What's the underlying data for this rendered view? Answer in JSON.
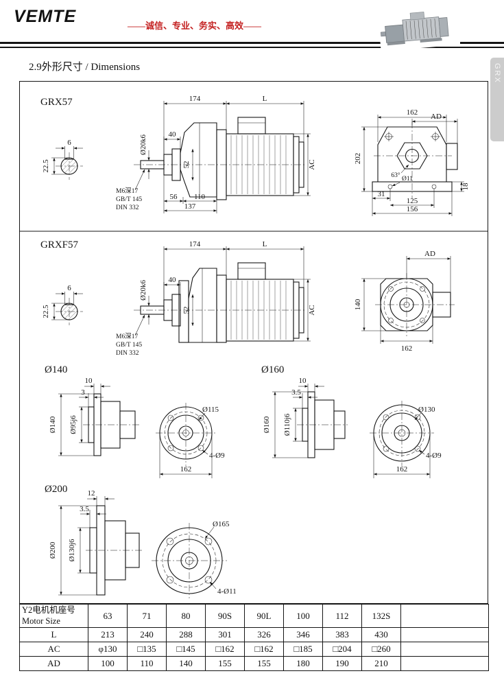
{
  "header": {
    "logo": "VEMTE",
    "tagline": "——诚信、专业、务实、高效——"
  },
  "page": {
    "section_title": "2.9外形尺寸 / Dimensions",
    "side_tab": "GRX"
  },
  "colors": {
    "tagline_red": "#c42222",
    "line": "#141414",
    "tab_gray": "#cccccc",
    "paper": "#ffffff"
  },
  "grx57": {
    "title": "GRX57",
    "shaft": {
      "key": "6",
      "dia": "22.5"
    },
    "side": {
      "len_gear": "174",
      "len_motor": "L",
      "shaft_dia": "Ø20k6",
      "d40": "40",
      "motor_dia": "AC",
      "d52": "52",
      "d56": "56",
      "d110": "110",
      "d137": "137",
      "tap_note": "M6深17",
      "std1": "GB/T 145",
      "std2": "DIN 332"
    },
    "front": {
      "width": "162",
      "adim": "AD",
      "height": "202",
      "angle": "63°",
      "hole": "Ø11",
      "d31": "31",
      "d125": "125",
      "d156": "156",
      "d18": "18"
    }
  },
  "grxf57": {
    "title": "GRXF57",
    "shaft": {
      "key": "6",
      "dia": "22.5"
    },
    "side": {
      "len_gear": "174",
      "len_motor": "L",
      "shaft_dia": "Ø20k6",
      "d40": "40",
      "motor_dia": "AC",
      "d52": "52",
      "tap_note": "M6深17",
      "std1": "GB/T 145",
      "std2": "DIN 332"
    },
    "front": {
      "adim": "AD",
      "height": "140",
      "width": "162"
    }
  },
  "flange140": {
    "title": "Ø140",
    "d10": "10",
    "d3": "3",
    "outer": "Ø140",
    "spigot": "Ø95j6",
    "bolt_circle": "Ø115",
    "width": "162",
    "holes": "4-Ø9"
  },
  "flange160": {
    "title": "Ø160",
    "d10": "10",
    "d35": "3.5",
    "outer": "Ø160",
    "spigot": "Ø110j6",
    "bolt_circle": "Ø130",
    "width": "162",
    "holes": "4-Ø9"
  },
  "flange200": {
    "title": "Ø200",
    "d12": "12",
    "d35": "3.5",
    "outer": "Ø200",
    "spigot": "Ø130j6",
    "bolt_circle": "Ø165",
    "holes": "4-Ø11"
  },
  "table": {
    "row_header_cn": "Y2电机机座号",
    "row_header_en": "Motor Size",
    "sizes": [
      "63",
      "71",
      "80",
      "90S",
      "90L",
      "100",
      "112",
      "132S"
    ],
    "rows": [
      {
        "label": "L",
        "values": [
          "213",
          "240",
          "288",
          "301",
          "326",
          "346",
          "383",
          "430"
        ]
      },
      {
        "label": "AC",
        "values": [
          "φ130",
          "□135",
          "□145",
          "□162",
          "□162",
          "□185",
          "□204",
          "□260"
        ]
      },
      {
        "label": "AD",
        "values": [
          "100",
          "110",
          "140",
          "155",
          "155",
          "180",
          "190",
          "210"
        ]
      }
    ]
  }
}
